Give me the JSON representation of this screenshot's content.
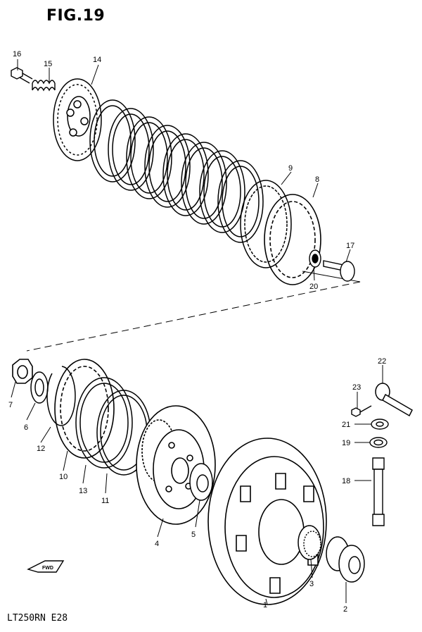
{
  "figure": {
    "title": "FIG.19",
    "model_code": "LT250RN  E28"
  },
  "direction_badge": {
    "label": "FWD",
    "icon": "forward-arrow-icon"
  },
  "callouts": [
    {
      "id": "c1",
      "number": "1"
    },
    {
      "id": "c2",
      "number": "2"
    },
    {
      "id": "c3",
      "number": "3"
    },
    {
      "id": "c4",
      "number": "4"
    },
    {
      "id": "c5",
      "number": "5"
    },
    {
      "id": "c6",
      "number": "6"
    },
    {
      "id": "c7",
      "number": "7"
    },
    {
      "id": "c8",
      "number": "8"
    },
    {
      "id": "c9",
      "number": "9"
    },
    {
      "id": "c10",
      "number": "10"
    },
    {
      "id": "c11",
      "number": "11"
    },
    {
      "id": "c12",
      "number": "12"
    },
    {
      "id": "c13",
      "number": "13"
    },
    {
      "id": "c14",
      "number": "14"
    },
    {
      "id": "c15",
      "number": "15"
    },
    {
      "id": "c16",
      "number": "16"
    },
    {
      "id": "c17",
      "number": "17"
    },
    {
      "id": "c18",
      "number": "18"
    },
    {
      "id": "c19",
      "number": "19"
    },
    {
      "id": "c20",
      "number": "20"
    },
    {
      "id": "c21",
      "number": "21"
    },
    {
      "id": "c22",
      "number": "22"
    },
    {
      "id": "c23",
      "number": "23"
    }
  ]
}
